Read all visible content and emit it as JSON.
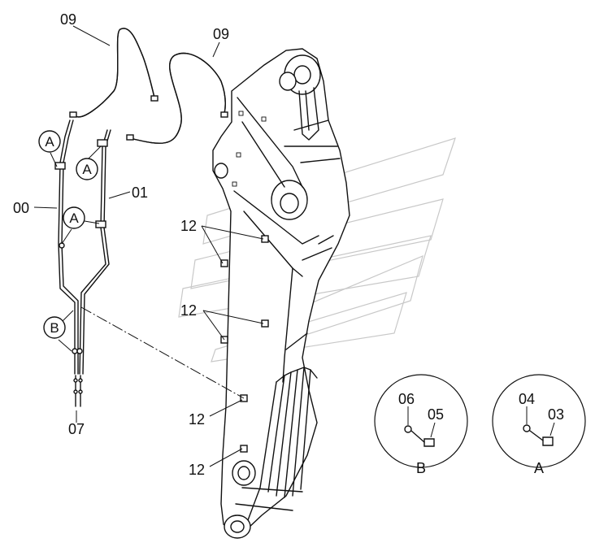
{
  "part_labels": {
    "hose_upper_left": "09",
    "hose_upper_right": "09",
    "pipe_right": "01",
    "pipe_left": "00",
    "hose_bottom": "07",
    "clamp_1": "12",
    "clamp_2": "12",
    "clamp_3": "12",
    "clamp_4": "12"
  },
  "callouts": {
    "a1": "A",
    "a2": "A",
    "a3": "A",
    "b1": "B"
  },
  "detail_b": {
    "title": "B",
    "bolt_label": "06",
    "clamp_label": "05"
  },
  "detail_a": {
    "title": "A",
    "bolt_label": "04",
    "clamp_label": "03"
  }
}
